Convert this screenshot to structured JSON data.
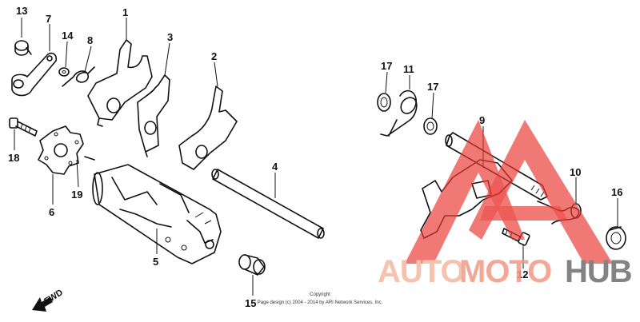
{
  "callouts": {
    "p1": "1",
    "p2": "2",
    "p3": "3",
    "p4": "4",
    "p5": "5",
    "p6": "6",
    "p7": "7",
    "p8": "8",
    "p9": "9",
    "p10": "10",
    "p11": "11",
    "p12": "12",
    "p13": "13",
    "p14": "14",
    "p15": "15",
    "p16": "16",
    "p17a": "17",
    "p17b": "17",
    "p18": "18",
    "p19": "19"
  },
  "fwd_label": "FWD",
  "copyright": {
    "line1": "Copyright",
    "line2": "Page design (c) 2004 - 2014 by ARI Network Services, Inc."
  },
  "watermark": {
    "auto": "AUTO",
    "moto": "MOTO",
    "hub": "HUB",
    "colors": {
      "auto": "#f5b8a0",
      "moto": "#f29a86",
      "hub": "#6e6e6e",
      "triangle": "#ea3a35"
    }
  }
}
